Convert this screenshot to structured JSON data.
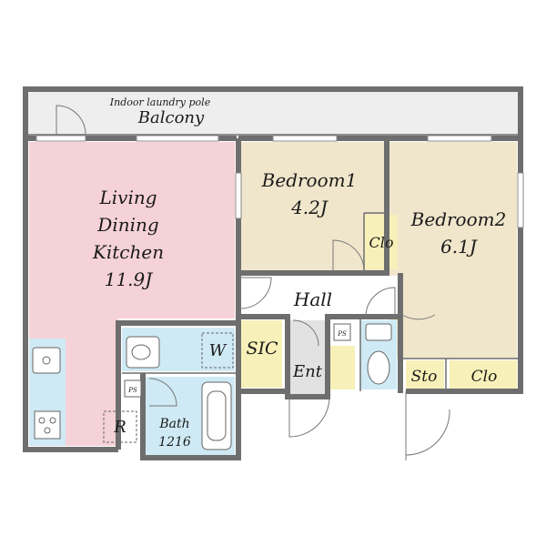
{
  "rooms": {
    "balcony": {
      "note": "Indoor laundry pole",
      "name": "Balcony"
    },
    "ldk": {
      "line1": "Living",
      "line2": "Dining",
      "line3": "Kitchen",
      "size": "11.9J"
    },
    "bedroom1": {
      "name": "Bedroom1",
      "size": "4.2J"
    },
    "bedroom2": {
      "name": "Bedroom2",
      "size": "6.1J"
    },
    "closet1": "Clo",
    "closet2": "Clo",
    "storage": "Sto",
    "hall": "Hall",
    "sic": "SIC",
    "entrance": "Ent",
    "washer": "W",
    "refrigerator": "R",
    "bath": {
      "name": "Bath",
      "size": "1216"
    },
    "ps1": "PS",
    "ps2": "PS"
  },
  "colors": {
    "living": "#f5d2d8",
    "bedroom": "#f0e6cc",
    "closet": "#f7f0b8",
    "wet": "#cfeaf5",
    "entrance": "#e2e2e2",
    "balcony": "#eeeeee",
    "walls": "#6e6e6e"
  }
}
